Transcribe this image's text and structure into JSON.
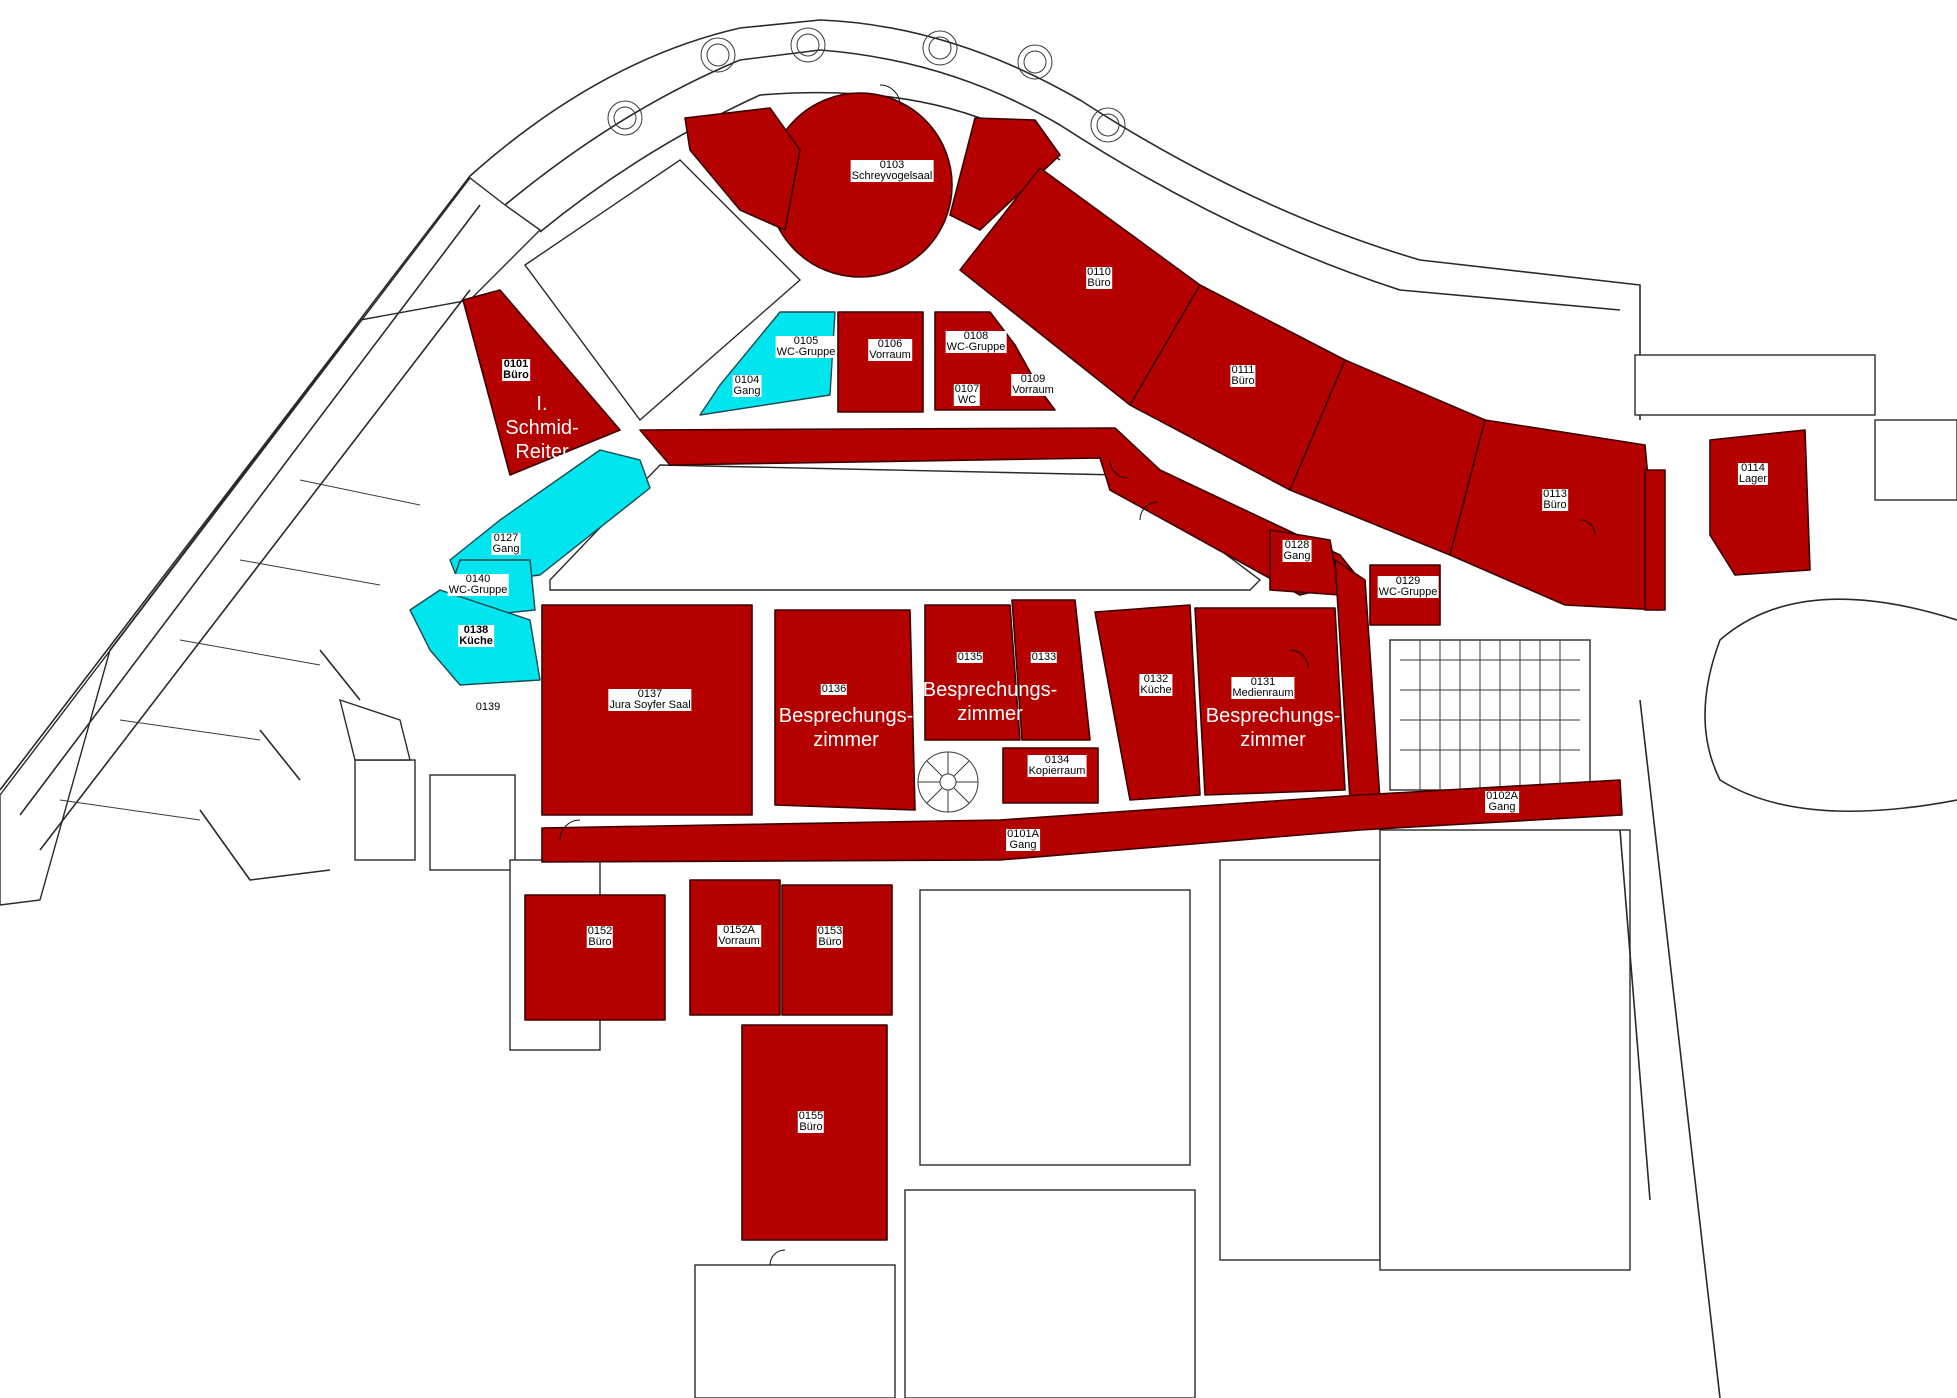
{
  "rooms": {
    "r0101": {
      "number": "0101",
      "name": "Büro"
    },
    "r0103": {
      "number": "0103",
      "name": "Schreyvogelsaal"
    },
    "r0104": {
      "number": "0104",
      "name": "Gang"
    },
    "r0105": {
      "number": "0105",
      "name": "WC-Gruppe"
    },
    "r0106": {
      "number": "0106",
      "name": "Vorraum"
    },
    "r0107": {
      "number": "0107",
      "name": "WC"
    },
    "r0108": {
      "number": "0108",
      "name": "WC-Gruppe"
    },
    "r0109": {
      "number": "0109",
      "name": "Vorraum"
    },
    "r0110": {
      "number": "0110",
      "name": "Büro"
    },
    "r0111": {
      "number": "0111",
      "name": "Büro"
    },
    "r0113": {
      "number": "0113",
      "name": "Büro"
    },
    "r0114": {
      "number": "0114",
      "name": "Lager"
    },
    "r0127": {
      "number": "0127",
      "name": "Gang"
    },
    "r0128": {
      "number": "0128",
      "name": "Gang"
    },
    "r0129": {
      "number": "0129",
      "name": "WC-Gruppe"
    },
    "r0140": {
      "number": "0140",
      "name": "WC-Gruppe"
    },
    "r0138": {
      "number": "0138",
      "name": "Küche"
    },
    "r0139": {
      "number": "0139"
    },
    "r0137": {
      "number": "0137",
      "name": "Jura Soyfer Saal"
    },
    "r0136": {
      "number": "0136"
    },
    "r0135": {
      "number": "0135"
    },
    "r0133": {
      "number": "0133"
    },
    "r0134": {
      "number": "0134",
      "name": "Kopierraum"
    },
    "r0132": {
      "number": "0132",
      "name": "Küche"
    },
    "r0131": {
      "number": "0131",
      "name": "Medienraum"
    },
    "r0101A": {
      "number": "0101A",
      "name": "Gang"
    },
    "r0102A": {
      "number": "0102A",
      "name": "Gang"
    },
    "r0152": {
      "number": "0152",
      "name": "Büro"
    },
    "r0152A": {
      "number": "0152A",
      "name": "Vorraum"
    },
    "r0153": {
      "number": "0153",
      "name": "Büro"
    },
    "r0155": {
      "number": "0155",
      "name": "Büro"
    }
  },
  "big_labels": {
    "occupant_line1": "I.",
    "occupant_line2": "Schmid-",
    "occupant_line3": "Reiter",
    "besprechung_1_line1": "Besprechungs-",
    "besprechung_1_line2": "zimmer",
    "besprechung_2_line1": "Besprechungs-",
    "besprechung_2_line2": "zimmer",
    "besprechung_3_line1": "Besprechungs-",
    "besprechung_3_line2": "zimmer"
  },
  "colors": {
    "occupied_room": "#b50000",
    "sanitary_room": "#00e5ee",
    "background": "#ffffff"
  }
}
